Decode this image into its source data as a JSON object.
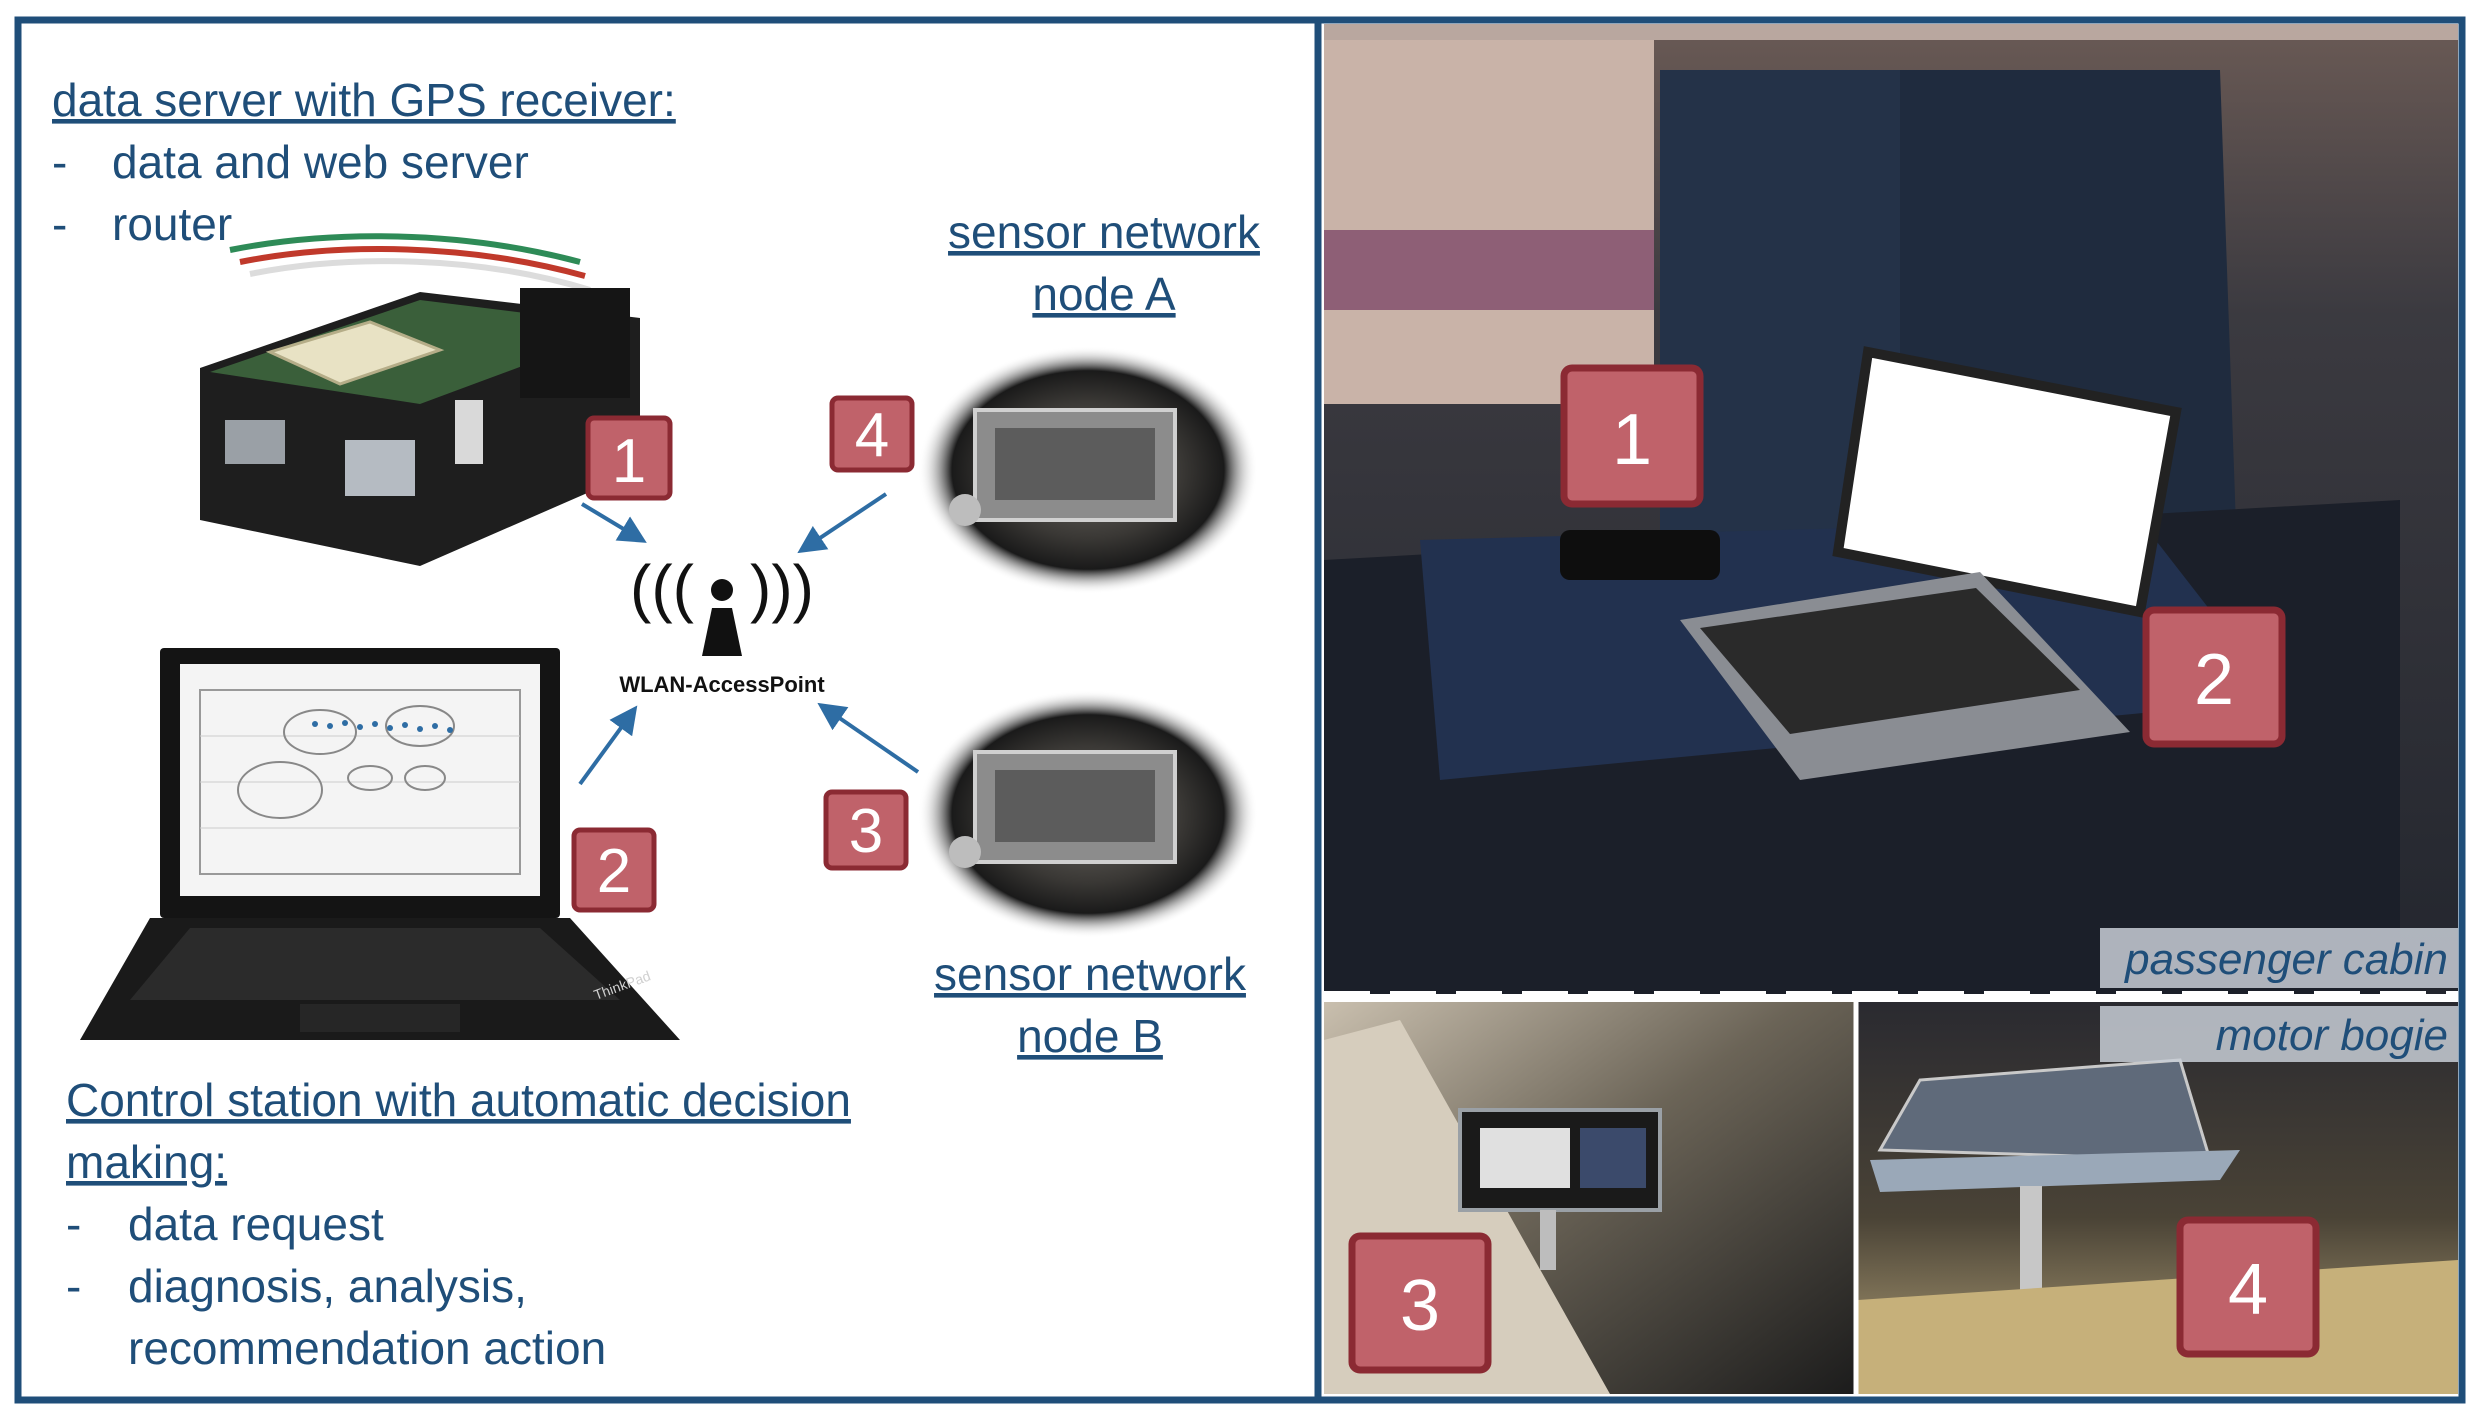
{
  "left_panel": {
    "server_heading": "data server with GPS receiver:",
    "server_items": [
      "data and web server",
      "router"
    ],
    "control_heading_line1": "Control station with automatic decision",
    "control_heading_line2": "making:",
    "control_items": [
      "data request",
      "diagnosis, analysis,",
      "recommendation action"
    ],
    "bullet": "-",
    "node_a_line1": "sensor network",
    "node_a_line2": "node A",
    "node_b_line1": "sensor network",
    "node_b_line2": "node B",
    "access_point_label": "WLAN-AccessPoint",
    "badges": [
      "1",
      "2",
      "3",
      "4"
    ],
    "laptop_brand": "ThinkPad"
  },
  "right_panel": {
    "upper_label": "passenger cabin",
    "lower_label": "motor bogie",
    "badges": [
      "1",
      "2",
      "3",
      "4"
    ]
  },
  "colors": {
    "frame_blue": "#1f4e79",
    "text_blue": "#1f4e79",
    "badge_fill": "#c0626a",
    "badge_border": "#8b2a33",
    "arrow_blue": "#2e6da4"
  }
}
